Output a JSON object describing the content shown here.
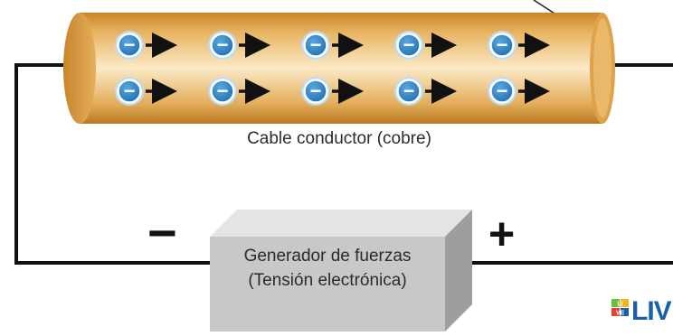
{
  "diagram": {
    "cable_label": "Cable conductor (cobre)",
    "generator_label_line1": "Generador de fuerzas",
    "generator_label_line2": "(Tensión electrónica)",
    "negative_terminal": "−",
    "positive_terminal": "+",
    "electron_symbol": "−",
    "electron_rows": 2,
    "electrons_per_row": 5,
    "colors": {
      "cable": "#d9a040",
      "cable_highlight": "#fbe9c6",
      "electron_fill": "#2f83c6",
      "electron_ring": "#bcdcf3",
      "wire": "#111111",
      "generator_front": "#c9c9c9",
      "generator_top": "#e3e3e3",
      "generator_side": "#9d9d9d"
    }
  },
  "logo": {
    "text": "LIV",
    "tiles": [
      "LI",
      "VE"
    ]
  }
}
